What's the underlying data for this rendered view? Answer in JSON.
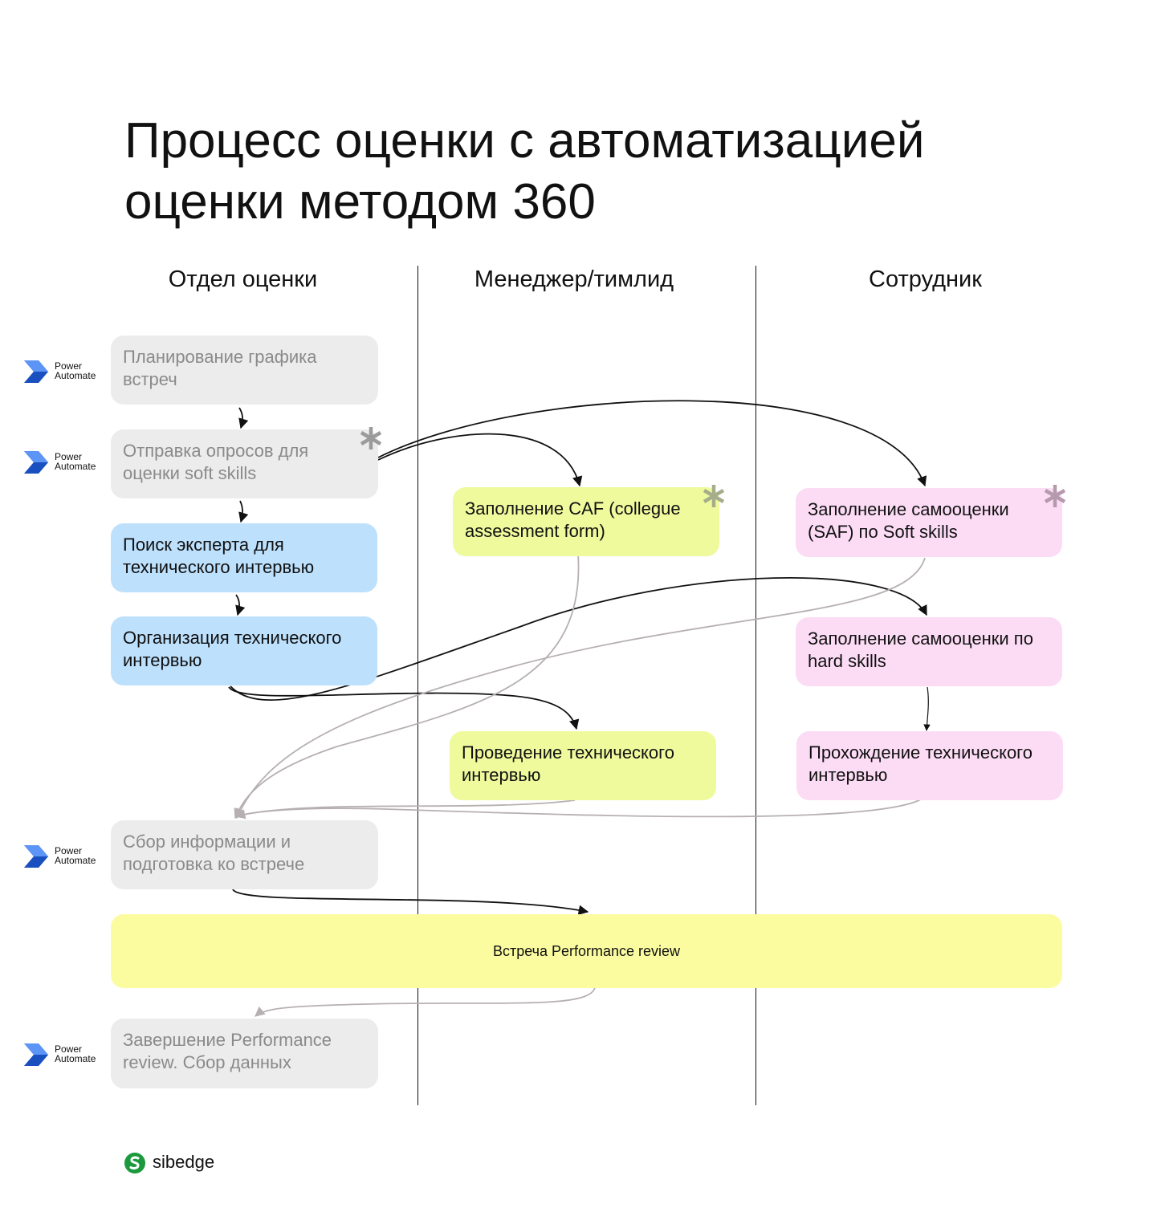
{
  "title": [
    "Процесс оценки с автоматизацией",
    "оценки методом 360"
  ],
  "lanes": [
    {
      "label": "Отдел оценки"
    },
    {
      "label": "Менеджер/тимлид"
    },
    {
      "label": "Сотрудник"
    }
  ],
  "steps": {
    "planning": "Планирование графика встреч",
    "survey": "Отправка опросов для оценки soft skills",
    "find_expert": "Поиск эксперта для технического интервью",
    "organize": "Организация технического интервью",
    "caf": "Заполнение CAF (collegue assessment form)",
    "tech_interview_mgr": "Проведение технического интервью",
    "saf": "Заполнение самооценки (SAF) по Soft skills",
    "self_hard": "Заполнение самооценки по hard skills",
    "pass_interview": "Прохождение технического интервью",
    "collect": "Сбор информации и подготовка ко встрече",
    "meeting": "Встреча Performance review",
    "finish": "Завершение Performance review. Сбор данных"
  },
  "power_automate": {
    "line1": "Power",
    "line2": "Automate"
  },
  "colors": {
    "grey": "#ececec",
    "blue": "#bde0fc",
    "lime": "#eefa9c",
    "pink": "#fcdcf5",
    "yellow": "#fbfca0",
    "pa_blue": "#2f6de1",
    "brand_green": "#1a9a3c"
  },
  "brand": "sibedge"
}
